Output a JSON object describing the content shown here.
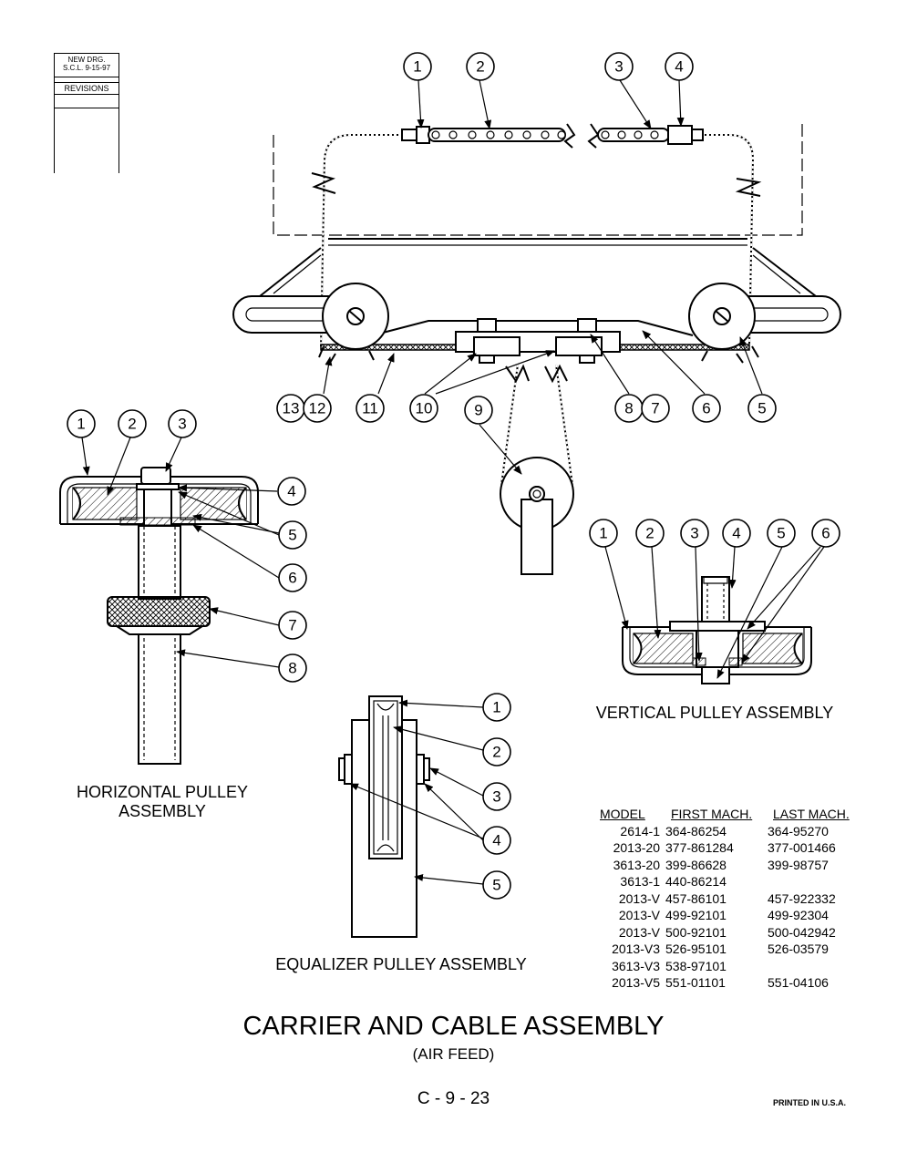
{
  "revision_block": {
    "line1": "NEW DRG.",
    "line2": "S.C.L.  9-15-97",
    "revisions_label": "REVISIONS"
  },
  "callouts": {
    "top": [
      "1",
      "2",
      "3",
      "4",
      "13",
      "12",
      "11",
      "10",
      "9",
      "8",
      "7",
      "6",
      "5"
    ],
    "horizontal": [
      "1",
      "2",
      "3",
      "4",
      "5",
      "6",
      "7",
      "8"
    ],
    "vertical": [
      "1",
      "2",
      "3",
      "4",
      "5",
      "6"
    ],
    "equalizer": [
      "1",
      "2",
      "3",
      "4",
      "5"
    ]
  },
  "captions": {
    "horizontal": "HORIZONTAL PULLEY\nASSEMBLY",
    "vertical": "VERTICAL PULLEY ASSEMBLY",
    "equalizer": "EQUALIZER PULLEY ASSEMBLY"
  },
  "model_table": {
    "headers": [
      "MODEL",
      "FIRST MACH.",
      "LAST MACH."
    ],
    "rows": [
      [
        "2614-1",
        "364-86254",
        "364-95270"
      ],
      [
        "2013-20",
        "377-861284",
        "377-001466"
      ],
      [
        "3613-20",
        "399-86628",
        "399-98757"
      ],
      [
        "3613-1",
        "440-86214",
        ""
      ],
      [
        "2013-V",
        "457-86101",
        "457-922332"
      ],
      [
        "2013-V",
        "499-92101",
        "499-92304"
      ],
      [
        "2013-V",
        "500-92101",
        "500-042942"
      ],
      [
        "2013-V3",
        "526-95101",
        "526-03579"
      ],
      [
        "3613-V3",
        "538-97101",
        ""
      ],
      [
        "2013-V5",
        "551-01101",
        "551-04106"
      ]
    ]
  },
  "title": "CARRIER AND CABLE ASSEMBLY",
  "subtitle": "(AIR FEED)",
  "page_number": "C - 9 - 23",
  "printed": "PRINTED IN U.S.A."
}
